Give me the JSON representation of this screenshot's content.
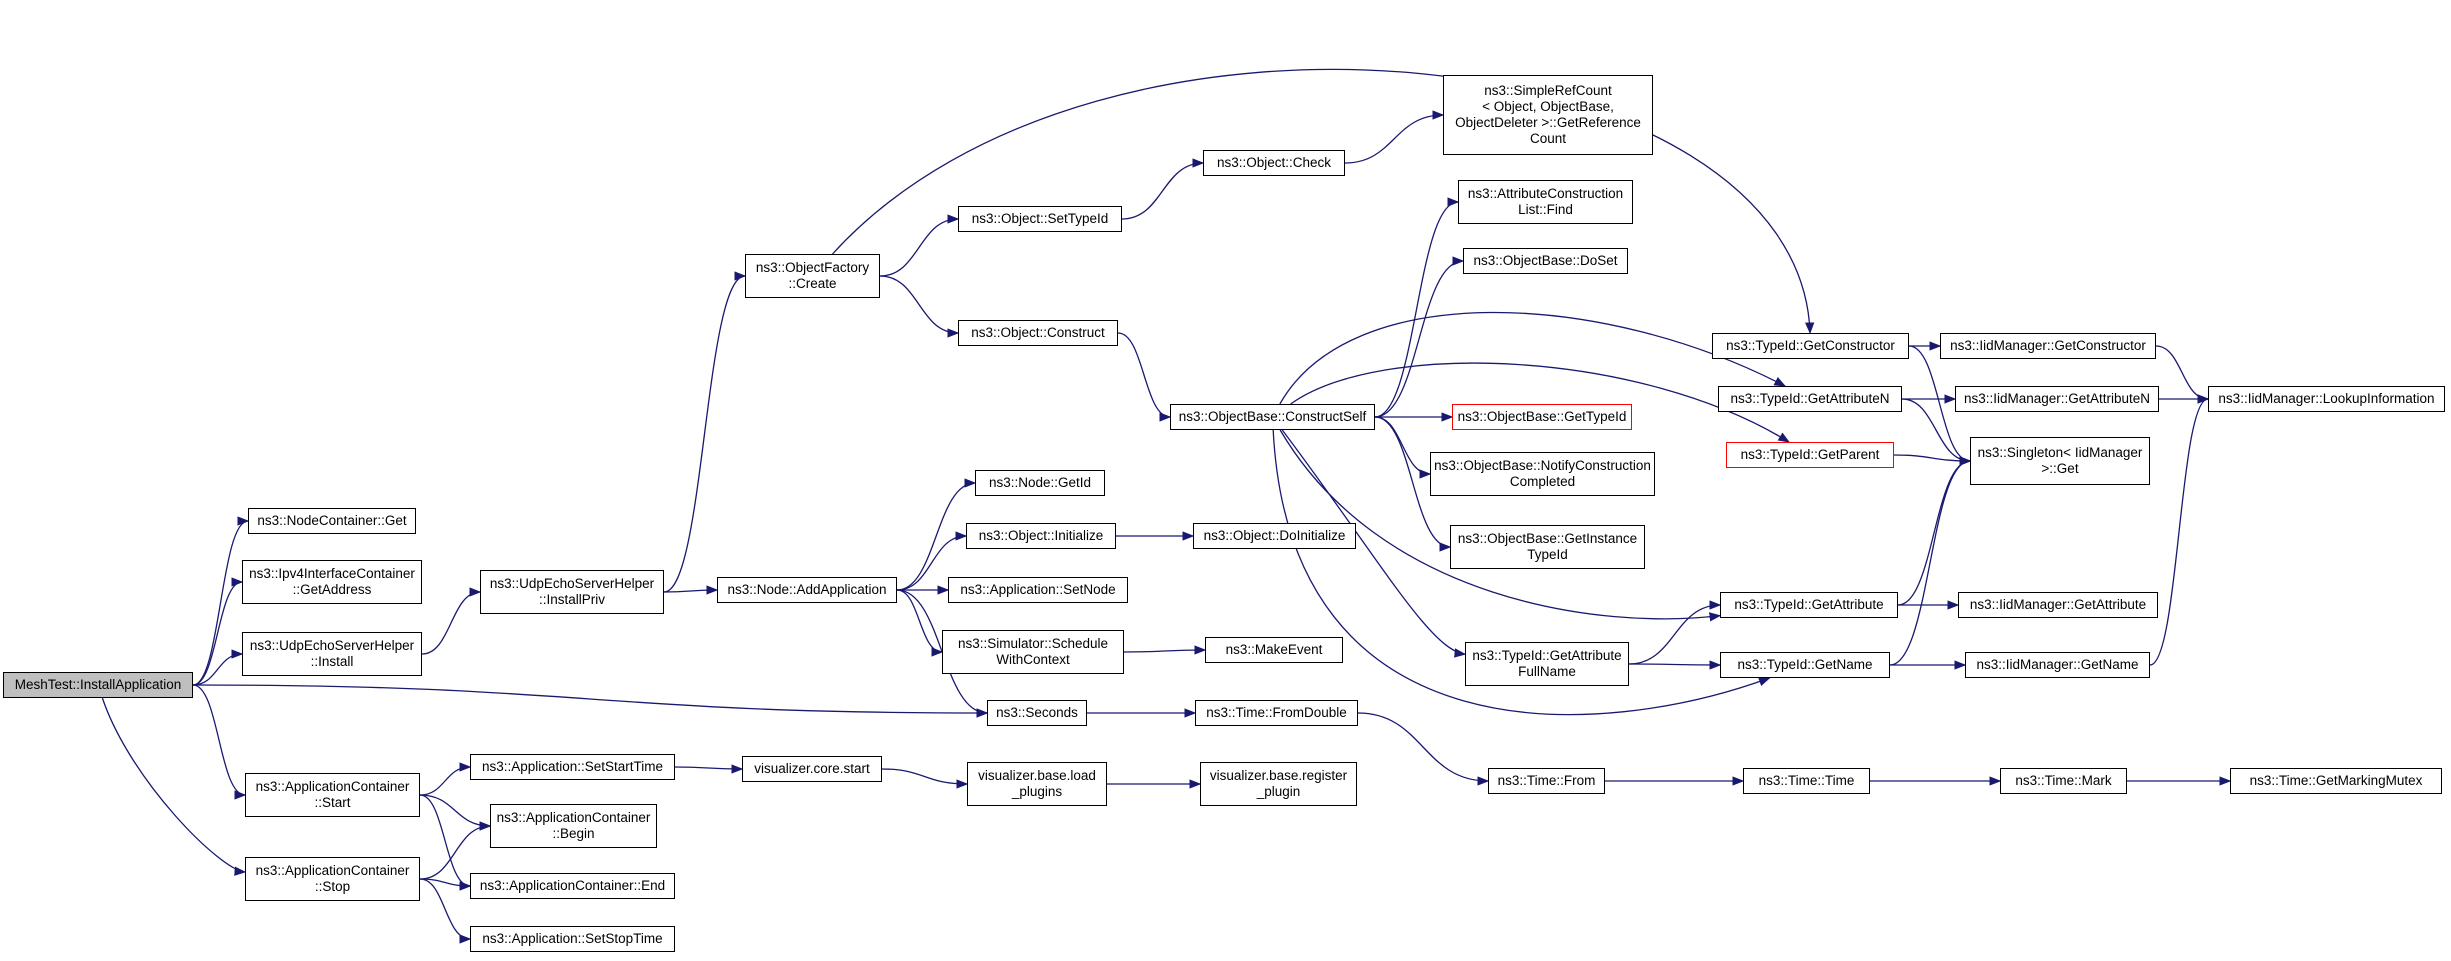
{
  "graph": {
    "edge_color": "#191970",
    "root_fill": "#bfbfbf",
    "node_border": "#000000",
    "truncated_border": "#ff0000",
    "nodes": [
      {
        "id": "root",
        "label": "MeshTest::InstallApplication",
        "style": "root"
      },
      {
        "id": "nc_get",
        "label": "ns3::NodeContainer::Get"
      },
      {
        "id": "ipv4",
        "label": "ns3::Ipv4InterfaceContainer\n::GetAddress"
      },
      {
        "id": "udp_install",
        "label": "ns3::UdpEchoServerHelper\n::Install"
      },
      {
        "id": "udp_priv",
        "label": "ns3::UdpEchoServerHelper\n::InstallPriv"
      },
      {
        "id": "of_create",
        "label": "ns3::ObjectFactory\n::Create"
      },
      {
        "id": "obj_settypeid",
        "label": "ns3::Object::SetTypeId"
      },
      {
        "id": "obj_check",
        "label": "ns3::Object::Check"
      },
      {
        "id": "refcount",
        "label": "ns3::SimpleRefCount\n< Object, ObjectBase,\nObjectDeleter >::GetReference\nCount"
      },
      {
        "id": "obj_construct",
        "label": "ns3::Object::Construct"
      },
      {
        "id": "acl_find",
        "label": "ns3::AttributeConstruction\nList::Find"
      },
      {
        "id": "ob_doset",
        "label": "ns3::ObjectBase::DoSet"
      },
      {
        "id": "ob_constructself",
        "label": "ns3::ObjectBase::ConstructSelf"
      },
      {
        "id": "ob_gettypeid",
        "label": "ns3::ObjectBase::GetTypeId",
        "style": "red"
      },
      {
        "id": "ob_notify",
        "label": "ns3::ObjectBase::NotifyConstruction\nCompleted"
      },
      {
        "id": "ob_getinstance",
        "label": "ns3::ObjectBase::GetInstance\nTypeId"
      },
      {
        "id": "tid_getconstructor",
        "label": "ns3::TypeId::GetConstructor"
      },
      {
        "id": "tid_getattributen",
        "label": "ns3::TypeId::GetAttributeN"
      },
      {
        "id": "tid_getparent",
        "label": "ns3::TypeId::GetParent",
        "style": "red"
      },
      {
        "id": "iid_getconstructor",
        "label": "ns3::IidManager::GetConstructor"
      },
      {
        "id": "iid_getattributen",
        "label": "ns3::IidManager::GetAttributeN"
      },
      {
        "id": "iid_lookup",
        "label": "ns3::IidManager::LookupInformation"
      },
      {
        "id": "singleton",
        "label": "ns3::Singleton< IidManager\n>::Get"
      },
      {
        "id": "node_getid",
        "label": "ns3::Node::GetId"
      },
      {
        "id": "obj_initialize",
        "label": "ns3::Object::Initialize"
      },
      {
        "id": "obj_doinitialize",
        "label": "ns3::Object::DoInitialize"
      },
      {
        "id": "node_addapp",
        "label": "ns3::Node::AddApplication"
      },
      {
        "id": "app_setnode",
        "label": "ns3::Application::SetNode"
      },
      {
        "id": "sim_schedule",
        "label": "ns3::Simulator::Schedule\nWithContext"
      },
      {
        "id": "makeevent",
        "label": "ns3::MakeEvent"
      },
      {
        "id": "seconds",
        "label": "ns3::Seconds"
      },
      {
        "id": "time_fromdouble",
        "label": "ns3::Time::FromDouble"
      },
      {
        "id": "tid_getattribute",
        "label": "ns3::TypeId::GetAttribute"
      },
      {
        "id": "iid_getattribute",
        "label": "ns3::IidManager::GetAttribute"
      },
      {
        "id": "tid_getattrfull",
        "label": "ns3::TypeId::GetAttribute\nFullName"
      },
      {
        "id": "tid_getname",
        "label": "ns3::TypeId::GetName"
      },
      {
        "id": "iid_getname",
        "label": "ns3::IidManager::GetName"
      },
      {
        "id": "ac_start",
        "label": "ns3::ApplicationContainer\n::Start"
      },
      {
        "id": "app_setstart",
        "label": "ns3::Application::SetStartTime"
      },
      {
        "id": "viz_core_start",
        "label": "visualizer.core.start"
      },
      {
        "id": "viz_base_load",
        "label": "visualizer.base.load\n_plugins"
      },
      {
        "id": "viz_base_register",
        "label": "visualizer.base.register\n_plugin"
      },
      {
        "id": "time_from",
        "label": "ns3::Time::From"
      },
      {
        "id": "time_time",
        "label": "ns3::Time::Time"
      },
      {
        "id": "time_mark",
        "label": "ns3::Time::Mark"
      },
      {
        "id": "time_mutex",
        "label": "ns3::Time::GetMarkingMutex"
      },
      {
        "id": "ac_begin",
        "label": "ns3::ApplicationContainer\n::Begin"
      },
      {
        "id": "ac_stop",
        "label": "ns3::ApplicationContainer\n::Stop"
      },
      {
        "id": "ac_end",
        "label": "ns3::ApplicationContainer::End"
      },
      {
        "id": "app_setstop",
        "label": "ns3::Application::SetStopTime"
      }
    ],
    "edges": [
      [
        "root",
        "nc_get"
      ],
      [
        "root",
        "ipv4"
      ],
      [
        "root",
        "udp_install"
      ],
      [
        "root",
        "seconds"
      ],
      [
        "root",
        "ac_start"
      ],
      [
        "root",
        "ac_stop"
      ],
      [
        "udp_install",
        "udp_priv"
      ],
      [
        "udp_priv",
        "of_create"
      ],
      [
        "udp_priv",
        "node_addapp"
      ],
      [
        "of_create",
        "obj_settypeid"
      ],
      [
        "of_create",
        "obj_construct"
      ],
      [
        "of_create",
        "tid_getconstructor"
      ],
      [
        "obj_settypeid",
        "obj_check"
      ],
      [
        "obj_check",
        "refcount"
      ],
      [
        "obj_construct",
        "ob_constructself"
      ],
      [
        "ob_constructself",
        "acl_find"
      ],
      [
        "ob_constructself",
        "ob_doset"
      ],
      [
        "ob_constructself",
        "tid_getattributen"
      ],
      [
        "ob_constructself",
        "tid_getparent"
      ],
      [
        "ob_constructself",
        "ob_gettypeid"
      ],
      [
        "ob_constructself",
        "ob_notify"
      ],
      [
        "ob_constructself",
        "ob_getinstance"
      ],
      [
        "ob_constructself",
        "tid_getattribute"
      ],
      [
        "ob_constructself",
        "tid_getattrfull"
      ],
      [
        "ob_constructself",
        "tid_getname"
      ],
      [
        "tid_getconstructor",
        "iid_getconstructor"
      ],
      [
        "tid_getconstructor",
        "singleton"
      ],
      [
        "tid_getattributen",
        "iid_getattributen"
      ],
      [
        "tid_getattributen",
        "singleton"
      ],
      [
        "tid_getparent",
        "singleton"
      ],
      [
        "iid_getconstructor",
        "iid_lookup"
      ],
      [
        "iid_getattributen",
        "iid_lookup"
      ],
      [
        "tid_getattribute",
        "singleton"
      ],
      [
        "tid_getattribute",
        "iid_getattribute"
      ],
      [
        "tid_getattrfull",
        "tid_getattribute"
      ],
      [
        "tid_getattrfull",
        "tid_getname"
      ],
      [
        "tid_getname",
        "singleton"
      ],
      [
        "tid_getname",
        "iid_getname"
      ],
      [
        "iid_getname",
        "iid_lookup"
      ],
      [
        "node_addapp",
        "node_getid"
      ],
      [
        "node_addapp",
        "obj_initialize"
      ],
      [
        "node_addapp",
        "app_setnode"
      ],
      [
        "node_addapp",
        "sim_schedule"
      ],
      [
        "node_addapp",
        "seconds"
      ],
      [
        "obj_initialize",
        "obj_doinitialize"
      ],
      [
        "sim_schedule",
        "makeevent"
      ],
      [
        "seconds",
        "time_fromdouble"
      ],
      [
        "time_fromdouble",
        "time_from"
      ],
      [
        "time_from",
        "time_time"
      ],
      [
        "time_time",
        "time_mark"
      ],
      [
        "time_mark",
        "time_mutex"
      ],
      [
        "ac_start",
        "app_setstart"
      ],
      [
        "ac_start",
        "ac_begin"
      ],
      [
        "ac_start",
        "ac_end"
      ],
      [
        "app_setstart",
        "viz_core_start"
      ],
      [
        "viz_core_start",
        "viz_base_load"
      ],
      [
        "viz_base_load",
        "viz_base_register"
      ],
      [
        "ac_stop",
        "ac_begin"
      ],
      [
        "ac_stop",
        "ac_end"
      ],
      [
        "ac_stop",
        "app_setstop"
      ]
    ]
  }
}
